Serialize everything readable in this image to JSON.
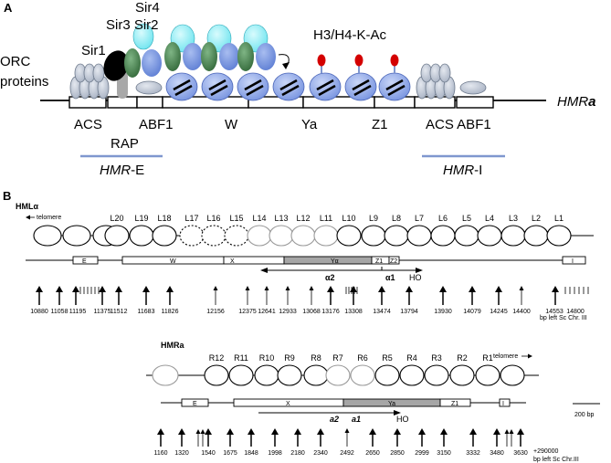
{
  "panel_a": {
    "letter": "A",
    "orc_label_1": "ORC",
    "orc_label_2": "proteins",
    "sir1": "Sir1",
    "sir4": "Sir4",
    "sir3_sir2": "Sir3 Sir2",
    "acetyl_label": "H3/H4-K-Ac",
    "locus_prefix": "HMR",
    "locus_suffix": "a",
    "segments": [
      "ACS",
      "RAP",
      "ABF1",
      "W",
      "Ya",
      "Z1",
      "ACS ABF1"
    ],
    "silencer_e_prefix": "HMR",
    "silencer_e_suffix": "-E",
    "silencer_i_prefix": "HMR",
    "silencer_i_suffix": "-I",
    "colors": {
      "nucleosome": "#8aa5e8",
      "orc": "#b9c2d1",
      "sir1": "#000000",
      "sir4": "#8ef0f6",
      "sir3": "#4f8a56",
      "acetyl": "#d40000",
      "silencer_bar": "#7f97cf"
    }
  },
  "panel_b": {
    "letter": "B",
    "hml": {
      "title": "HMLα",
      "telomere": "telomere",
      "nucleosomes": [
        "L20",
        "L19",
        "L18",
        "L17",
        "L16",
        "L15",
        "L14",
        "L13",
        "L12",
        "L11",
        "L10",
        "L9",
        "L8",
        "L7",
        "L6",
        "L5",
        "L4",
        "L3",
        "L2",
        "L1"
      ],
      "segments": [
        "E",
        "W",
        "X",
        "Yα",
        "Z1",
        "Z2",
        "I"
      ],
      "alpha2": "α2",
      "alpha1": "α1",
      "ho": "HO",
      "positions": [
        "10880",
        "11058",
        "11195",
        "11375",
        "11512",
        "11683",
        "11826",
        "12156",
        "12375",
        "12641",
        "12933",
        "13068",
        "13176",
        "13308",
        "13474",
        "13794",
        "13930",
        "14079",
        "14245",
        "14400",
        "14553",
        "14800"
      ],
      "coord_note_1": "bp left Sc Chr. III"
    },
    "hmr": {
      "title": "HMRa",
      "telomere": "telomere",
      "nucleosomes": [
        "R12",
        "R11",
        "R10",
        "R9",
        "R8",
        "R7",
        "R6",
        "R5",
        "R4",
        "R3",
        "R2",
        "R1"
      ],
      "segments": [
        "E",
        "X",
        "Ya",
        "Z1",
        "I"
      ],
      "a2": "a2",
      "a1": "a1",
      "ho": "HO",
      "scale": "200 bp",
      "positions": [
        "1160",
        "1320",
        "1540",
        "1675",
        "1848",
        "1998",
        "2180",
        "2340",
        "2492",
        "2650",
        "2850",
        "2999",
        "3150",
        "3332",
        "3480",
        "3630"
      ],
      "coord_note_1": "+290000",
      "coord_note_2": "bp left Sc Chr.III"
    }
  }
}
